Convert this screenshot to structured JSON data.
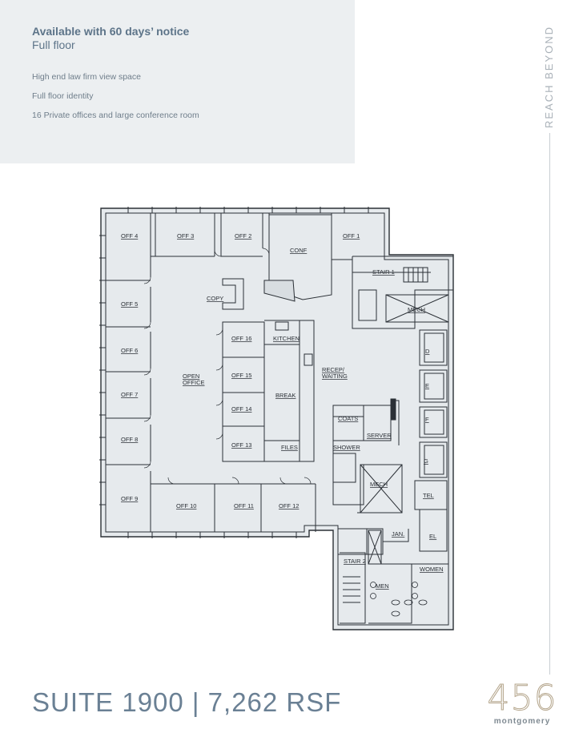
{
  "info": {
    "availability": "Available with 60 days’ notice",
    "floor_type": "Full floor",
    "features": [
      "High end law firm view space",
      "Full floor identity",
      "16 Private offices and large conference room"
    ]
  },
  "tagline": "REACH BEYOND",
  "title": "SUITE 1900 | 7,262 RSF",
  "logo": {
    "number": "456",
    "word": "montgomery"
  },
  "rooms": {
    "off4": "OFF 4",
    "off3": "OFF 3",
    "off2": "OFF 2",
    "conf": "CONF",
    "off1": "OFF 1",
    "stair1": "STAIR 1",
    "off5": "OFF 5",
    "copy": "COPY",
    "mech1": "MECH",
    "kitchen": "KITCHEN",
    "off6": "OFF 6",
    "off16": "OFF 16",
    "recep": "RECEP/",
    "waiting": "WAITING",
    "d": "D",
    "open": "OPEN",
    "office": "OFFICE",
    "off15": "OFF 15",
    "e": "E",
    "off7": "OFF 7",
    "break": "BREAK",
    "off14": "OFF 14",
    "f": "F",
    "coats": "COATS",
    "server": "SERVER",
    "off8": "OFF 8",
    "off13": "OFF 13",
    "files": "FILES",
    "shower": "SHOWER",
    "g": "G",
    "mech2": "MECH",
    "off9": "OFF 9",
    "off10": "OFF 10",
    "off11": "OFF 11",
    "off12": "OFF 12",
    "tel": "TEL",
    "jan": "JAN.",
    "el": "EL",
    "stair2": "STAIR 2",
    "men": "MEN",
    "women": "WOMEN"
  },
  "colors": {
    "panel": "#eceff1",
    "floor_fill": "#e6eaed",
    "wall": "#2b3036",
    "accent": "#b3a48a"
  }
}
